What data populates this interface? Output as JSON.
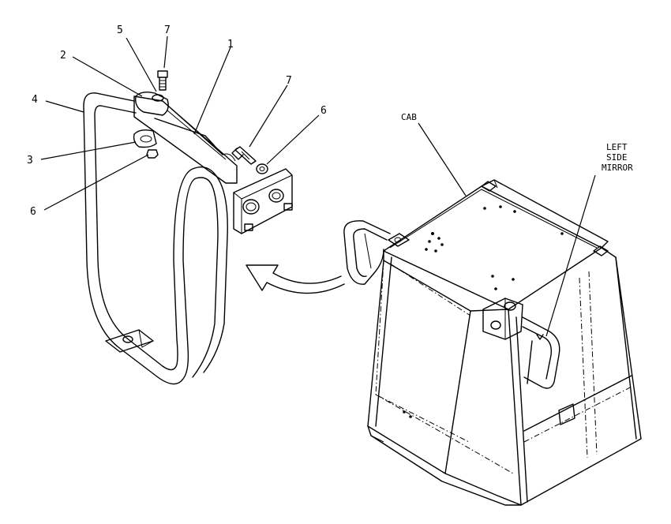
{
  "callouts": {
    "c1": "1",
    "c2": "2",
    "c3": "3",
    "c4": "4",
    "c5": "5",
    "c6a": "6",
    "c6b": "6",
    "c7a": "7",
    "c7b": "7"
  },
  "labels": {
    "cab": "CAB",
    "mirror_line1": "LEFT",
    "mirror_line2": "SIDE",
    "mirror_line3": "MIRROR"
  }
}
